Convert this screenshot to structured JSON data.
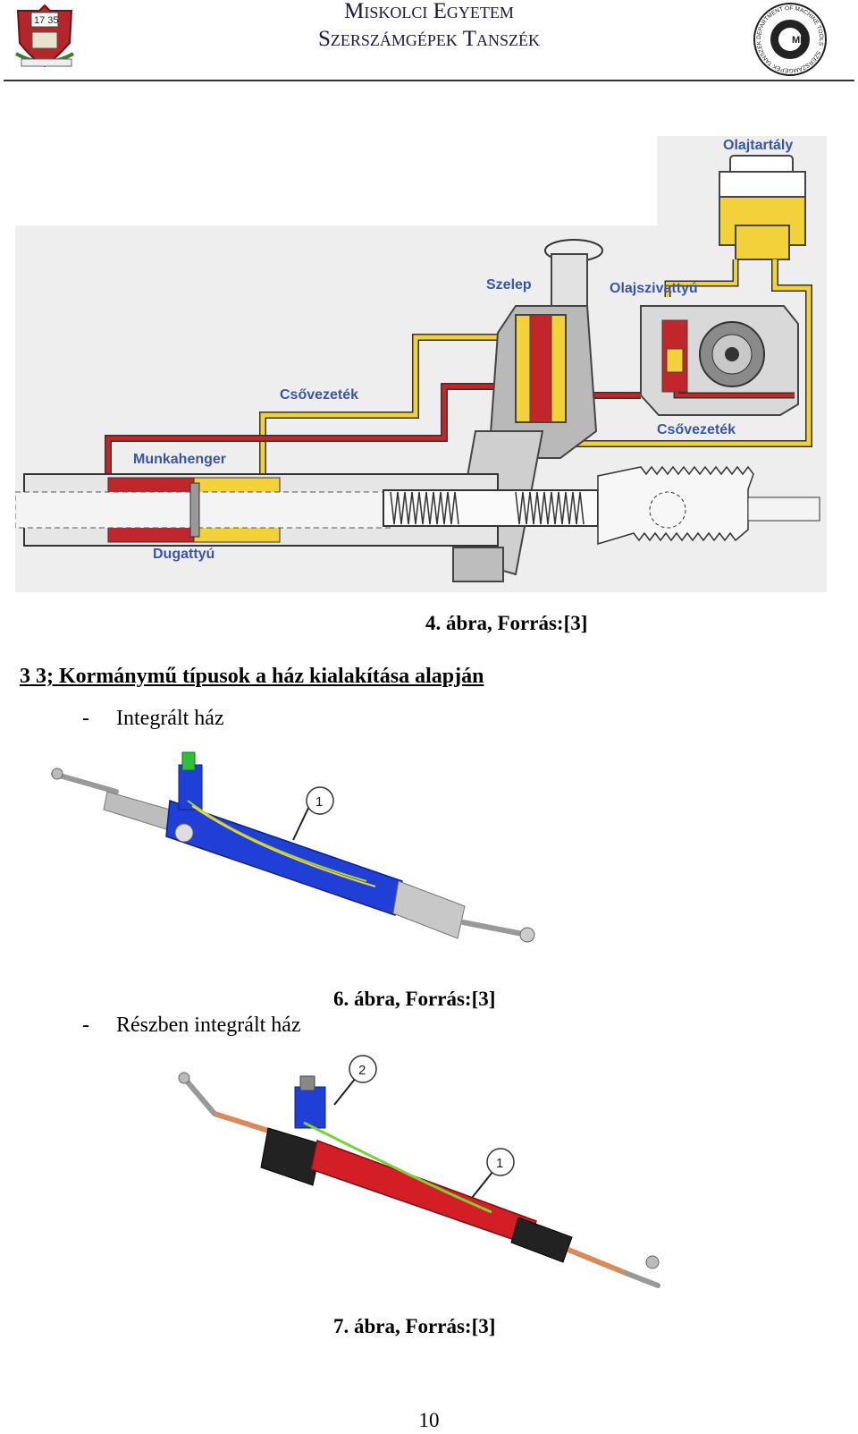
{
  "header": {
    "university": "Miskolci Egyetem",
    "department": "Szerszámgépek Tanszék",
    "left_logo_text": "17 35",
    "right_logo_text": "DEPARTMENT OF MACHINE TOOLS · SZERSZÁMGÉPEK TANSZÉK",
    "right_logo_mark": "ME"
  },
  "figure4": {
    "labels": {
      "olajtartaly": "Olajtartály",
      "szelep": "Szelep",
      "olajszivattyu": "Olajszivattyú",
      "csovezetek_left": "Csővezeték",
      "csovezetek_right": "Csővezeték",
      "munkahenger": "Munkahenger",
      "dugattyu": "Dugattyú"
    },
    "caption": "4. ábra, Forrás:[3]",
    "colors": {
      "oil_yellow": "#f2d13a",
      "pressure_red": "#c0262a",
      "housing_gray": "#c9c9c9"
    }
  },
  "section_title": "3 3; Kormánymű típusok a ház kialakítása alapján",
  "bullet1": {
    "dash": "-",
    "text": "Integrált ház"
  },
  "figure6": {
    "callout": "1",
    "caption": "6. ábra, Forrás:[3]",
    "colors": {
      "housing": "#1f3fd6"
    }
  },
  "bullet2": {
    "dash": "-",
    "text": "Részben integrált ház"
  },
  "figure7": {
    "callouts": [
      "2",
      "1"
    ],
    "caption": "7. ábra, Forrás:[3]",
    "colors": {
      "housing": "#d41e26"
    }
  },
  "page_number": "10"
}
